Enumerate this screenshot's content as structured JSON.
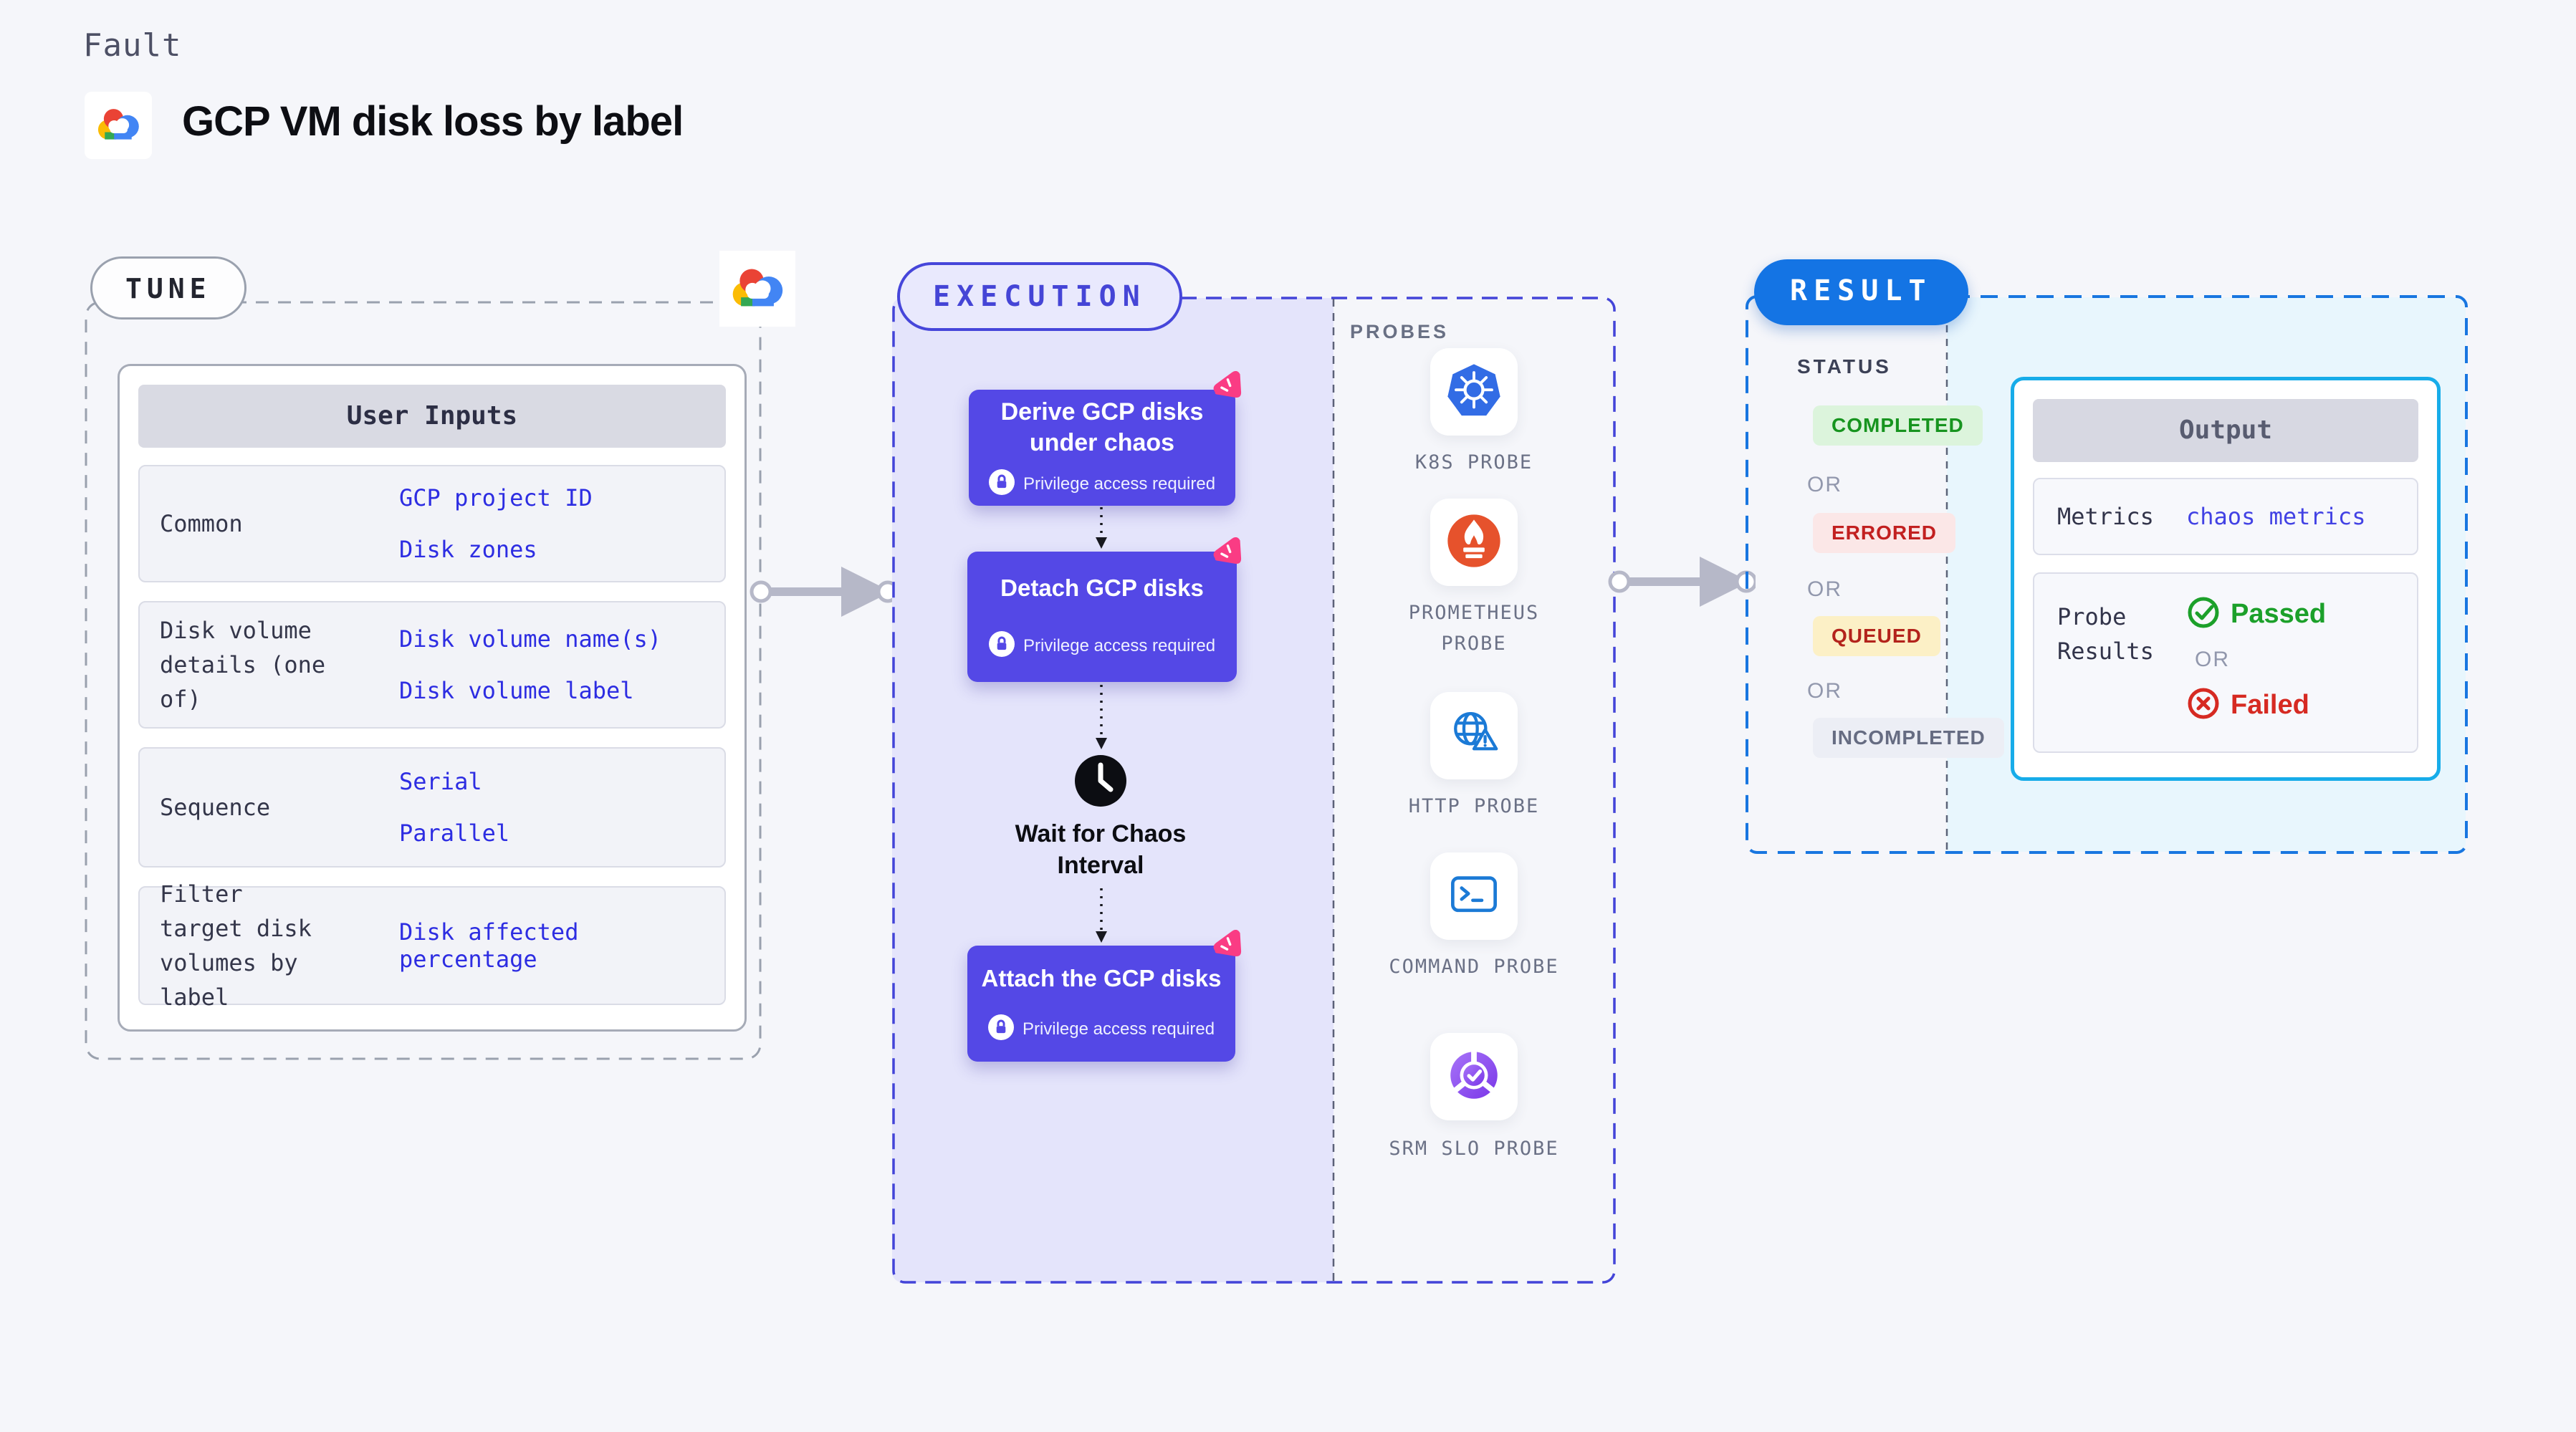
{
  "page": {
    "section_label": "Fault",
    "title": "GCP VM disk loss by label"
  },
  "tune": {
    "badge": "TUNE",
    "table": {
      "header": "User Inputs",
      "rows": [
        {
          "label": "Common",
          "values": [
            "GCP project ID",
            "Disk zones"
          ]
        },
        {
          "label": "Disk volume details (one of)",
          "values": [
            "Disk volume name(s)",
            "Disk volume label"
          ]
        },
        {
          "label": "Sequence",
          "values": [
            "Serial",
            "Parallel"
          ]
        },
        {
          "label": "Filter target disk volumes by label",
          "values": [
            "Disk affected percentage"
          ]
        }
      ]
    }
  },
  "execution": {
    "badge": "EXECUTION",
    "steps": [
      {
        "title": "Derive GCP disks under chaos",
        "privilege": "Privilege access required"
      },
      {
        "title": "Detach GCP disks",
        "privilege": "Privilege access required"
      },
      {
        "title": "Wait for Chaos Interval"
      },
      {
        "title": "Attach the GCP disks",
        "privilege": "Privilege access required"
      }
    ]
  },
  "probes": {
    "header": "PROBES",
    "items": [
      {
        "icon": "k8s-probe-icon",
        "label": "K8S PROBE"
      },
      {
        "icon": "prometheus-probe-icon",
        "label": "PROMETHEUS PROBE"
      },
      {
        "icon": "http-probe-icon",
        "label": "HTTP PROBE"
      },
      {
        "icon": "command-probe-icon",
        "label": "COMMAND PROBE"
      },
      {
        "icon": "srm-slo-probe-icon",
        "label": "SRM SLO PROBE"
      }
    ]
  },
  "result": {
    "badge": "RESULT",
    "status_header": "STATUS",
    "or_label": "OR",
    "statuses": [
      {
        "label": "COMPLETED"
      },
      {
        "label": "ERRORED"
      },
      {
        "label": "QUEUED"
      },
      {
        "label": "INCOMPLETED"
      }
    ],
    "output": {
      "header": "Output",
      "metrics_label": "Metrics",
      "metrics_value": "chaos metrics",
      "probe_results_label": "Probe Results",
      "passed": "Passed",
      "failed": "Failed"
    }
  },
  "colors": {
    "accent_indigo": "#5448E6",
    "execution_border": "#4344D8",
    "result_blue": "#1474E4",
    "output_border": "#17ACE9",
    "value_blue": "#2D2DE2",
    "passed_green": "#1CA02A",
    "failed_red": "#D62A22",
    "completed_green": "#17941F",
    "errored_red": "#C22020",
    "queued_red": "#B3231C",
    "litmus_pink": "#FA3C84",
    "k8s_blue": "#326CE5",
    "prometheus_orange": "#E6522C"
  }
}
